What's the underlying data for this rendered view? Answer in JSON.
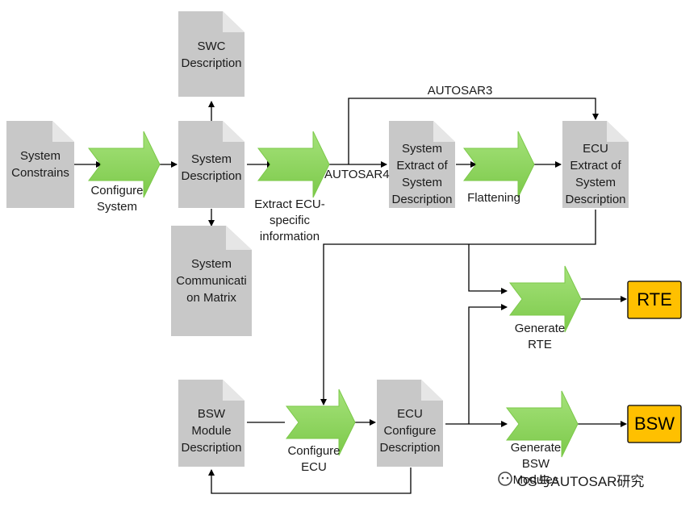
{
  "documents": {
    "system_constrains": "System\nConstrains",
    "swc_description": "SWC\nDescription",
    "system_description": "System\nDescription",
    "system_communication_matrix": "System\nCommunicati\non Matrix",
    "system_extract": "System\nExtract of\nSystem\nDescription",
    "ecu_extract": "ECU\nExtract of\nSystem\nDescription",
    "bsw_module_description": "BSW\nModule\nDescription",
    "ecu_configure_description": "ECU\nConfigure\nDescription"
  },
  "processes": {
    "configure_system": "Configure\nSystem",
    "extract_ecu_info": "Extract ECU-\nspecific\ninformation",
    "flattening": "Flattening",
    "generate_rte": "Generate\nRTE",
    "configure_ecu": "Configure\nECU",
    "generate_bsw": "Generate\nBSW\nModules"
  },
  "path_labels": {
    "autosar3": "AUTOSAR3",
    "autosar4": "AUTOSAR4"
  },
  "outputs": {
    "rte": "RTE",
    "bsw": "BSW"
  },
  "watermark": "OS与AUTOSAR研究",
  "colors": {
    "document_fill": "#c8c8c8",
    "document_fold": "#e6e6e6",
    "arrow_fill": "#8fd65a",
    "arrow_dark": "#5fb336",
    "output_fill": "#ffc000",
    "line": "#000000"
  }
}
